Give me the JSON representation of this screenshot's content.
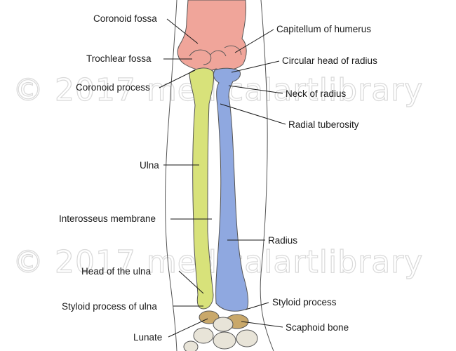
{
  "watermark": "© 2017 medicalartlibrary",
  "colors": {
    "humerus": "#f0a59a",
    "ulna": "#d8e27a",
    "radius": "#8fa8e0",
    "carpals": "#c9a86a",
    "carpals_light": "#e8e4d8",
    "outline": "#555555"
  },
  "labels": {
    "coronoid_fossa": "Coronoid fossa",
    "capitellum": "Capitellum of humerus",
    "trochlear_fossa": "Trochlear fossa",
    "circular_head": "Circular head of radius",
    "coronoid_process": "Coronoid process",
    "neck_radius": "Neck of radius",
    "radial_tuberosity": "Radial tuberosity",
    "ulna": "Ulna",
    "interosseus": "Interosseus membrane",
    "radius": "Radius",
    "head_ulna": "Head of the ulna",
    "styloid_radius": "Styloid process",
    "styloid_ulna": "Styloid process of ulna",
    "scaphoid": "Scaphoid bone",
    "lunate": "Lunate"
  }
}
